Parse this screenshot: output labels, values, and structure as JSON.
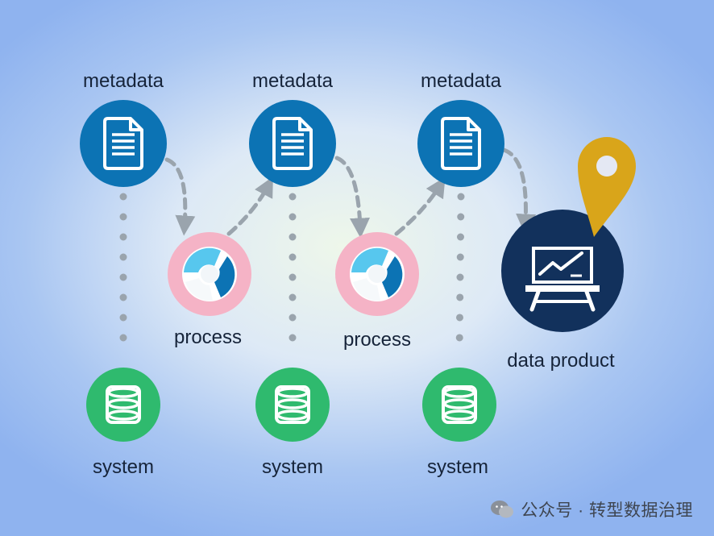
{
  "diagram": {
    "columns": [
      {
        "metadata_label": "metadata",
        "system_label": "system"
      },
      {
        "metadata_label": "metadata",
        "system_label": "system"
      },
      {
        "metadata_label": "metadata",
        "system_label": "system"
      }
    ],
    "processes": [
      {
        "label": "process"
      },
      {
        "label": "process"
      }
    ],
    "data_product": {
      "label": "data product"
    },
    "colors": {
      "metadata": "#0c73b4",
      "system": "#2fba6e",
      "process_ring": "#f5b3c6",
      "process_light": "#57c7ee",
      "process_dark": "#0c73b4",
      "data_product": "#12315c",
      "pin": "#d9a51a",
      "connector": "#9aa4ad"
    },
    "icons": {
      "metadata": "document-icon",
      "system": "database-icon",
      "process": "cycle-icon",
      "data_product": "presentation-chart-icon",
      "pin": "location-pin-icon"
    }
  },
  "watermark": {
    "text": "公众号 · 转型数据治理"
  }
}
